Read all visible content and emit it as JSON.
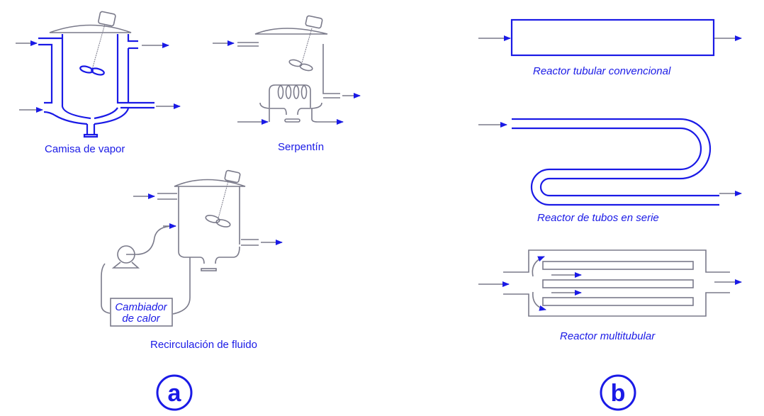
{
  "panel_a": {
    "jacket_label": "Camisa de vapor",
    "coil_label": "Serpentín",
    "recirculation_label": "Recirculación de fluido",
    "heat_exchanger_line1": "Cambiador",
    "heat_exchanger_line2": "de calor",
    "panel_letter": "a"
  },
  "panel_b": {
    "tubular_label": "Reactor tubular convencional",
    "series_label": "Reactor de tubos en serie",
    "multitubular_label": "Reactor multitubular",
    "panel_letter": "b"
  },
  "colors": {
    "accent": "#1a1ae6",
    "line": "#7a7a8a"
  }
}
